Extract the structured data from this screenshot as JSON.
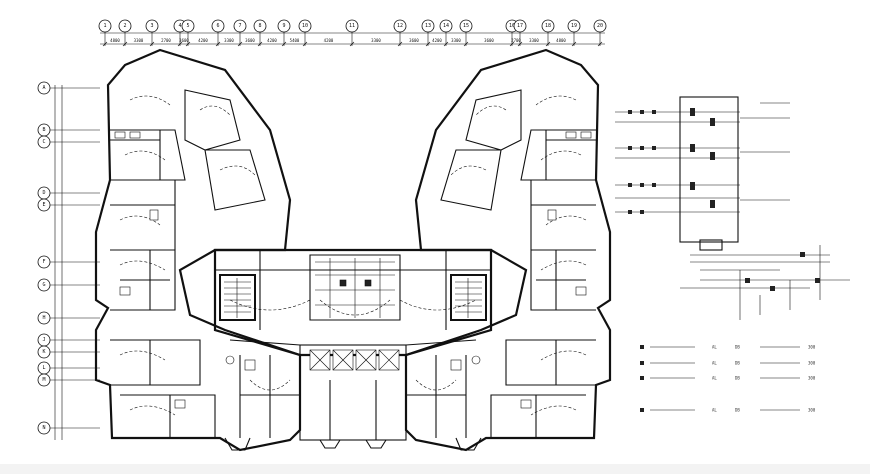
{
  "drawing": {
    "grid_top": [
      "1",
      "2",
      "3",
      "4",
      "5",
      "6",
      "7",
      "8",
      "9",
      "10",
      "11",
      "12",
      "13",
      "14",
      "15",
      "16",
      "17",
      "18",
      "19",
      "20"
    ],
    "grid_left": [
      "A",
      "B",
      "C",
      "D",
      "E",
      "F",
      "G",
      "H",
      "J",
      "K",
      "L",
      "M",
      "N"
    ],
    "dimension_labels": [
      "4800",
      "3300",
      "2700",
      "3600",
      "4200",
      "3300",
      "3600",
      "4200",
      "5400",
      "4200",
      "3300",
      "3600",
      "4200",
      "3300",
      "3600",
      "2700",
      "3300",
      "4800"
    ],
    "legend_rows": [
      {
        "code": "AL",
        "type": "DB",
        "size": "300"
      },
      {
        "code": "AL",
        "type": "DB",
        "size": "300"
      },
      {
        "code": "AL",
        "type": "DB",
        "size": "300"
      },
      {
        "code": "AL",
        "type": "DB",
        "size": "300"
      }
    ]
  }
}
